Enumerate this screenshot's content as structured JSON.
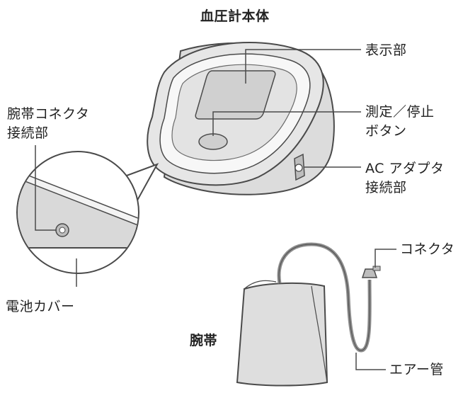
{
  "title": "血圧計本体",
  "labels": {
    "display": "表示部",
    "start_stop_line1": "測定／停止",
    "start_stop_line2": "ボタン",
    "ac_line1": "AC アダプタ",
    "ac_line2": "接続部",
    "cuff_connector_line1": "腕帯コネクタ",
    "cuff_connector_line2": "接続部",
    "battery_cover": "電池カバー",
    "connector": "コネクタ",
    "cuff": "腕帯",
    "air_tube": "エアー管"
  },
  "colors": {
    "outline": "#4a4a4a",
    "body_gray": "#d9d9d9",
    "light_gray": "#f1f1f1",
    "shadow_gray": "#bdbdbd",
    "tube": "#8d8d8d"
  }
}
